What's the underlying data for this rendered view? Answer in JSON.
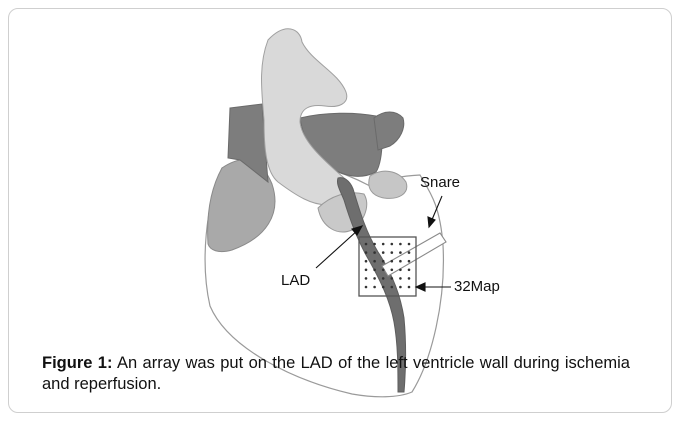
{
  "figure": {
    "labels": {
      "snare": "Snare",
      "lad": "LAD",
      "map": "32Map"
    },
    "caption": {
      "label": "Figure 1:",
      "text": " An array was put on the LAD of the left ventricle wall during ischemia and reperfusion."
    },
    "electrode_grid": {
      "rows": 6,
      "cols": 6
    },
    "colors": {
      "outline": "#9a9a9a",
      "light_gray": "#d9d9d9",
      "mid_gray": "#a9a9a9",
      "dark_gray": "#7d7d7d",
      "vessel": "#6e6e6e"
    }
  }
}
